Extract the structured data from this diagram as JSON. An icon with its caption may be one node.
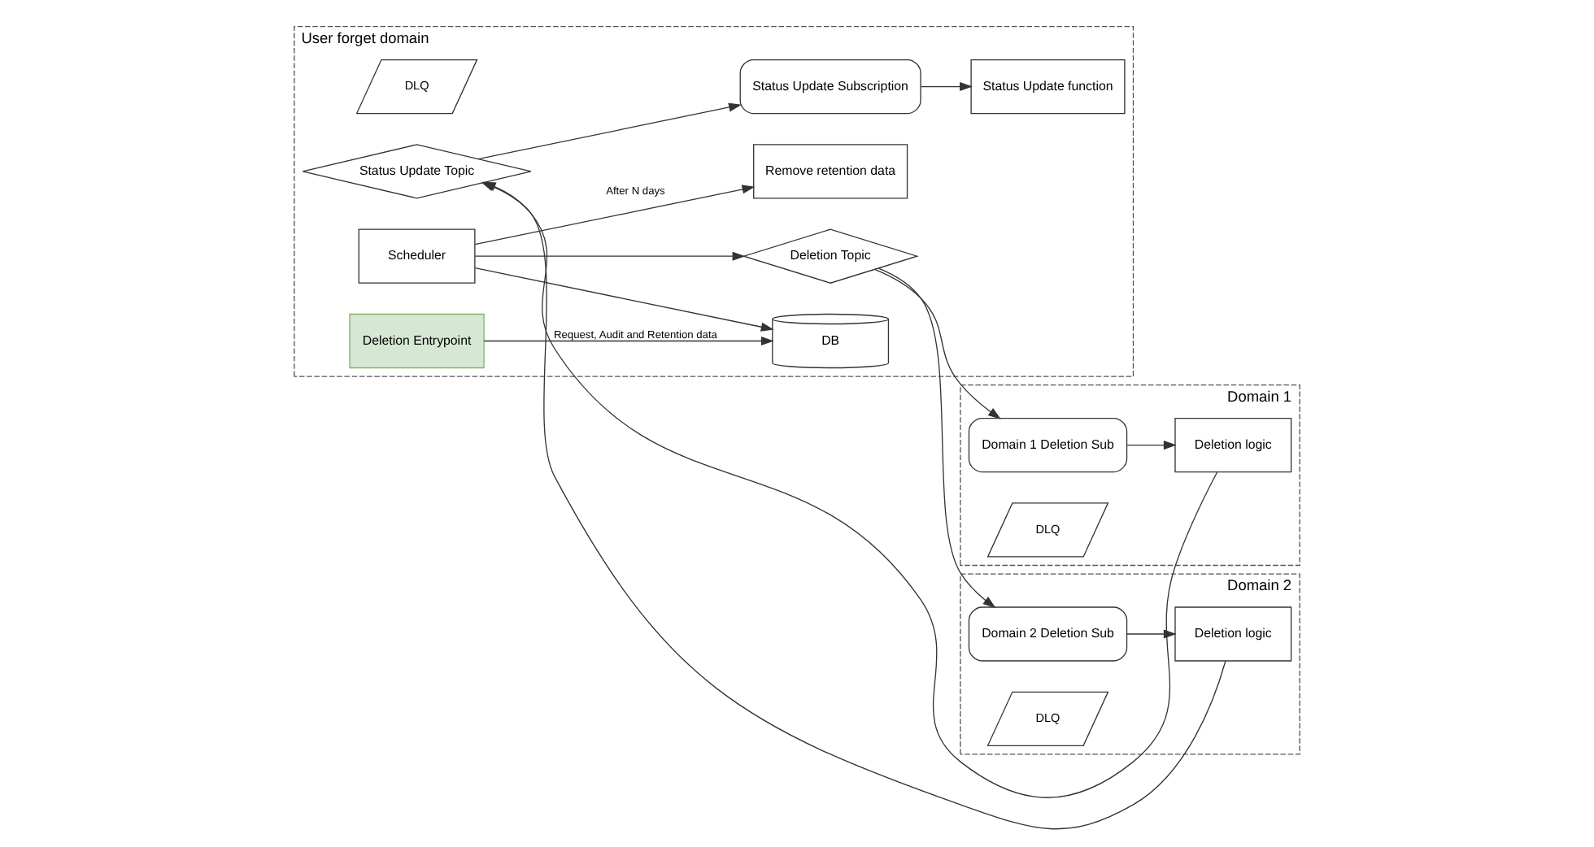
{
  "diagram": {
    "nodes": [
      {
        "text": [
          "User forget domain"
        ]
      },
      {
        "text": [
          "Status Update function"
        ],
        "in": 0
      },
      {
        "text": [
          "Status Update Subscription"
        ],
        "in": 0
      },
      {
        "text": [
          "DLQ"
        ],
        "in": 0
      },
      {
        "text": [
          "Status Update Topic"
        ],
        "in": 0
      },
      {
        "text": [
          "DB"
        ],
        "in": 0
      },
      {
        "text": [
          "Scheduler"
        ],
        "in": 0
      },
      {
        "text": [
          "Deletion Entrypoint"
        ],
        "in": 0
      },
      {
        "text": [
          "Deletion Topic"
        ],
        "in": 0
      },
      {
        "text": [
          "Remove retention data"
        ],
        "in": 0
      },
      {
        "text": [
          "Domain 1"
        ]
      },
      {
        "text": [
          "Domain 1 Deletion Sub"
        ],
        "in": 10
      },
      {
        "text": [
          "DLQ"
        ],
        "in": 10
      },
      {
        "text": [
          "Deletion logic"
        ],
        "in": 10
      },
      {
        "text": [
          "Domain 2"
        ]
      },
      {
        "text": [
          "Domain 2 Deletion Sub"
        ],
        "in": 14
      },
      {
        "text": [
          "DLQ"
        ],
        "in": 14
      },
      {
        "text": [
          "Deletion logic"
        ],
        "in": 14
      }
    ],
    "edges": [
      {
        "from": 4,
        "to": 2,
        "arrow": "to"
      },
      {
        "from": 2,
        "to": 1,
        "arrow": "to"
      },
      {
        "from": 6,
        "to": 5,
        "arrow": "to"
      },
      {
        "from": 7,
        "to": 5,
        "arrow": "to",
        "label": "Request, Audit and Retention data"
      },
      {
        "from": 6,
        "to": 8,
        "arrow": "to"
      },
      {
        "from": 6,
        "to": 9,
        "arrow": "to",
        "label": "After N days"
      },
      {
        "from": 8,
        "to": 11,
        "arrow": "to"
      },
      {
        "from": 8,
        "to": 15,
        "arrow": "to"
      },
      {
        "from": 11,
        "to": 13,
        "arrow": "to"
      },
      {
        "from": 15,
        "to": 17,
        "arrow": "to"
      },
      {
        "from": 13,
        "to": 4,
        "arrow": "to"
      },
      {
        "from": 17,
        "to": 4,
        "arrow": "to"
      }
    ]
  }
}
